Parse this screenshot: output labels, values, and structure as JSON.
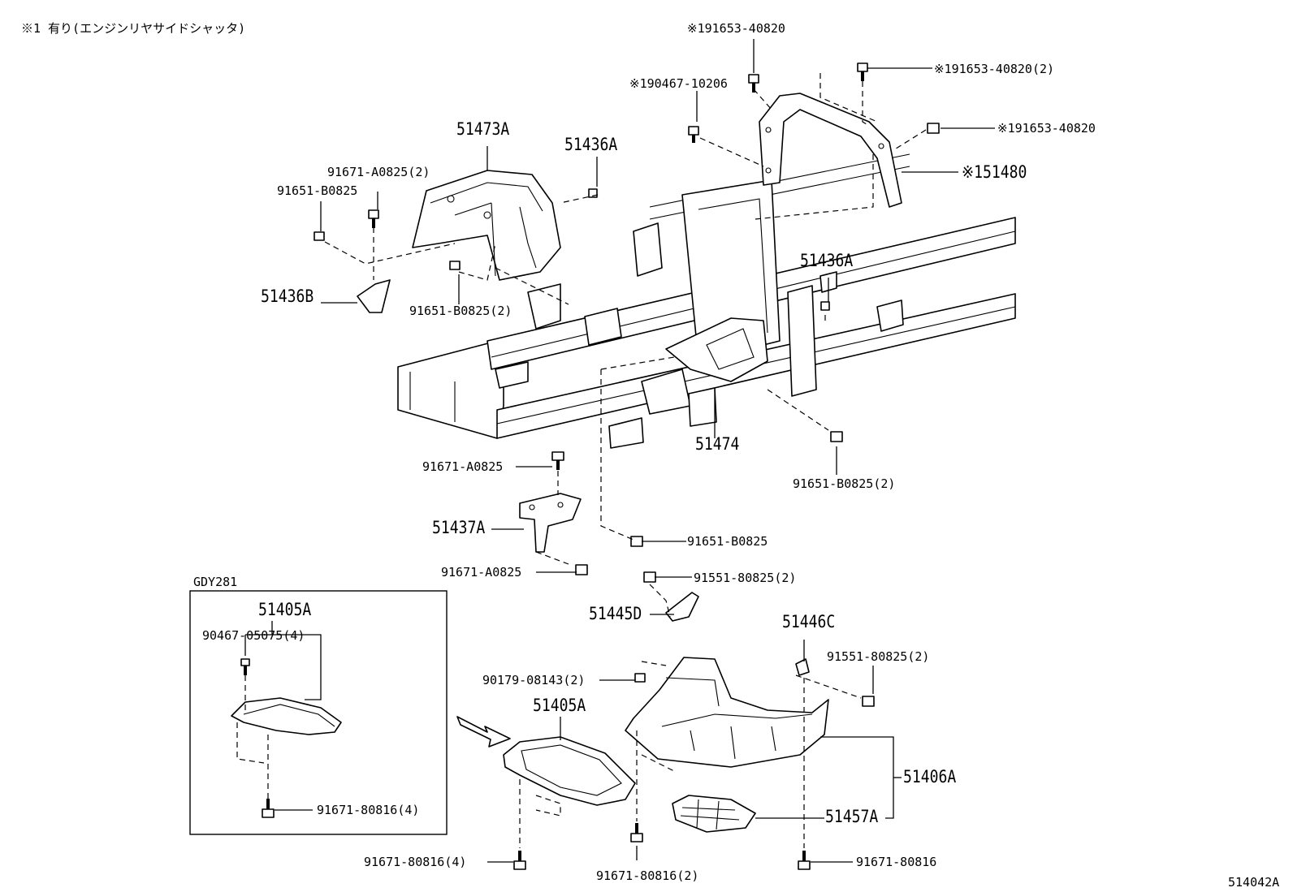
{
  "header": {
    "note": "※1 有り(エンジンリヤサイドシャッタ)"
  },
  "footer": {
    "code": "514042A"
  },
  "inset": {
    "model": "GDY281"
  },
  "labels": {
    "l_91653_top": "※191653-40820",
    "l_90467_10206": "※190467-10206",
    "l_91653_2": "※191653-40820(2)",
    "l_91653_right": "※191653-40820",
    "l_51480": "※151480",
    "l_51473A": "51473A",
    "l_51436A_top": "51436A",
    "l_91671_A0825_2": "91671-A0825(2)",
    "l_91651_B0825_a": "91651-B0825",
    "l_51436B": "51436B",
    "l_91651_B0825_2a": "91651-B0825(2)",
    "l_51436A_right": "51436A",
    "l_51474": "51474",
    "l_91651_B0825_2b": "91651-B0825(2)",
    "l_91671_A0825_a": "91671-A0825",
    "l_51437A": "51437A",
    "l_91651_B0825_b": "91651-B0825",
    "l_91671_A0825_b": "91671-A0825",
    "l_91551_80825_2a": "91551-80825(2)",
    "l_51445D": "51445D",
    "l_51446C": "51446C",
    "l_91551_80825_2b": "91551-80825(2)",
    "l_90179_08143": "90179-08143(2)",
    "l_51405A_main": "51405A",
    "l_51406A": "51406A",
    "l_51457A": "51457A",
    "l_91671_80816_4_main": "91671-80816(4)",
    "l_91671_80816_2": "91671-80816(2)",
    "l_91671_80816": "91671-80816",
    "l_inset_51405A": "51405A",
    "l_inset_90467": "90467-05075(4)",
    "l_inset_91671": "91671-80816(4)"
  }
}
